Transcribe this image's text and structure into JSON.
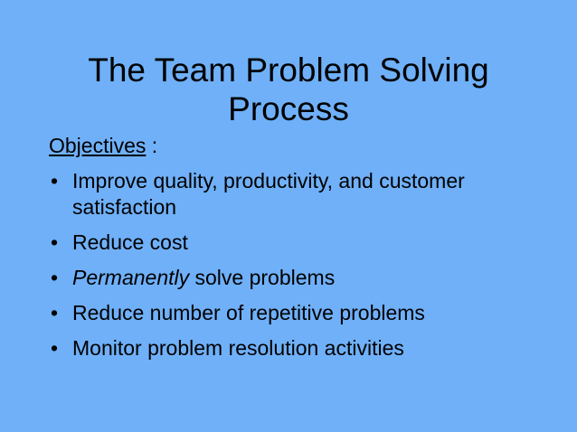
{
  "slide": {
    "title": "The Team Problem Solving Process",
    "objectives_label": "Objectives",
    "objectives_suffix": " :",
    "bullet_glyph": "•",
    "bullets": [
      {
        "text": "Improve quality, productivity, and customer satisfaction"
      },
      {
        "text": "Reduce cost"
      },
      {
        "emphasis": "Permanently",
        "text": " solve problems"
      },
      {
        "text": "Reduce number of repetitive problems"
      },
      {
        "text": "Monitor problem resolution activities"
      }
    ]
  },
  "colors": {
    "background": "#6fb0f8",
    "text": "#000000"
  }
}
